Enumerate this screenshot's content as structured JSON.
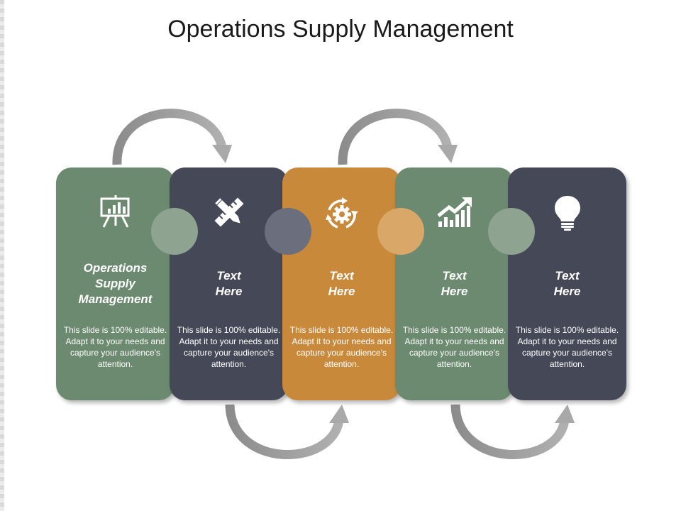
{
  "slide": {
    "title": "Operations Supply Management"
  },
  "colors": {
    "green": "#6b8a6f",
    "navy": "#444857",
    "orange": "#c9893b",
    "arrow": "#9a9a9a",
    "dot_green": "#8ea490",
    "dot_navy": "#6a6e7d",
    "dot_orange": "#d9a868"
  },
  "cards": [
    {
      "heading": "Operations\nSupply\nManagement",
      "body": "This slide is 100% editable. Adapt it to your needs and capture your audience's attention.",
      "icon": "presentation-chart-icon",
      "color": "green"
    },
    {
      "heading": "Text\nHere",
      "body": "This slide is 100% editable. Adapt it to your needs and capture your audience's attention.",
      "icon": "pencil-ruler-icon",
      "color": "navy"
    },
    {
      "heading": "Text\nHere",
      "body": "This slide is 100% editable. Adapt it to your needs and capture your audience's attention.",
      "icon": "gear-cycle-icon",
      "color": "orange"
    },
    {
      "heading": "Text\nHere",
      "body": "This slide is 100% editable. Adapt it to your needs and capture your audience's attention.",
      "icon": "growth-chart-icon",
      "color": "green"
    },
    {
      "heading": "Text\nHere",
      "body": "This slide is 100% editable. Adapt it to your needs and capture your audience's attention.",
      "icon": "light-bulb-icon",
      "color": "navy"
    }
  ]
}
